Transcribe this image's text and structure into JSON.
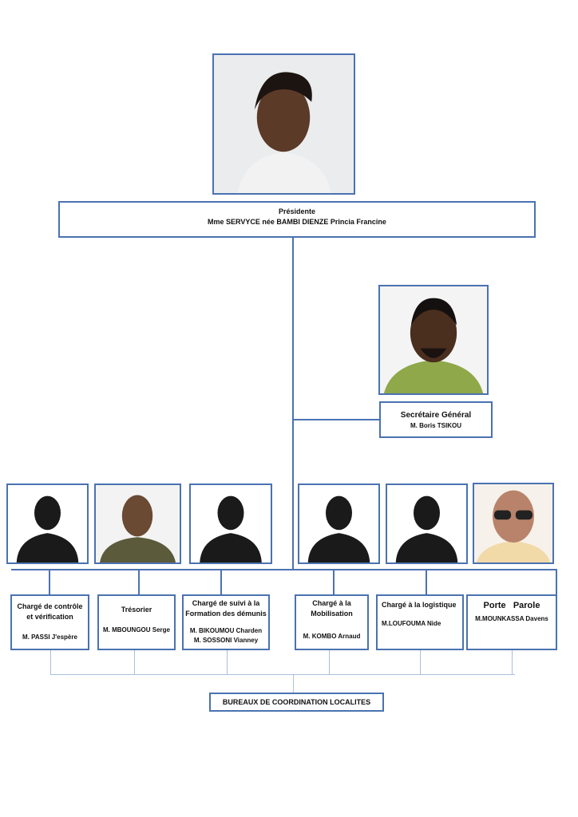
{
  "president": {
    "role": "Présidente",
    "name": "Mme  SERVYCE née BAMBI DIENZE Princia Francine"
  },
  "secretary": {
    "role": "Secrétaire Général",
    "name": "M. Boris TSIKOU"
  },
  "members": [
    {
      "role": "Chargé de contrôle et vérification",
      "names": [
        "M. PASSI J'espère"
      ]
    },
    {
      "role": "Trésorier",
      "names": [
        "M. MBOUNGOU Serge"
      ]
    },
    {
      "role": "Chargé de suivi à la Formation des démunis",
      "names": [
        "M. BIKOUMOU Charden",
        "M. SOSSONI Vianney"
      ]
    },
    {
      "role": "Chargé à la Mobilisation",
      "names": [
        "M. KOMBO Arnaud"
      ]
    },
    {
      "role": "Chargé à la logistique",
      "names": [
        "M.LOUFOUMA Nide"
      ]
    },
    {
      "role": "Porte   Parole",
      "names": [
        "M.MOUNKASSA Davens"
      ]
    }
  ],
  "footer": {
    "label": "BUREAUX DE COORDINATION LOCALITES"
  },
  "colors": {
    "border": "#4a72b0",
    "connector_light": "#a9bfdd"
  }
}
